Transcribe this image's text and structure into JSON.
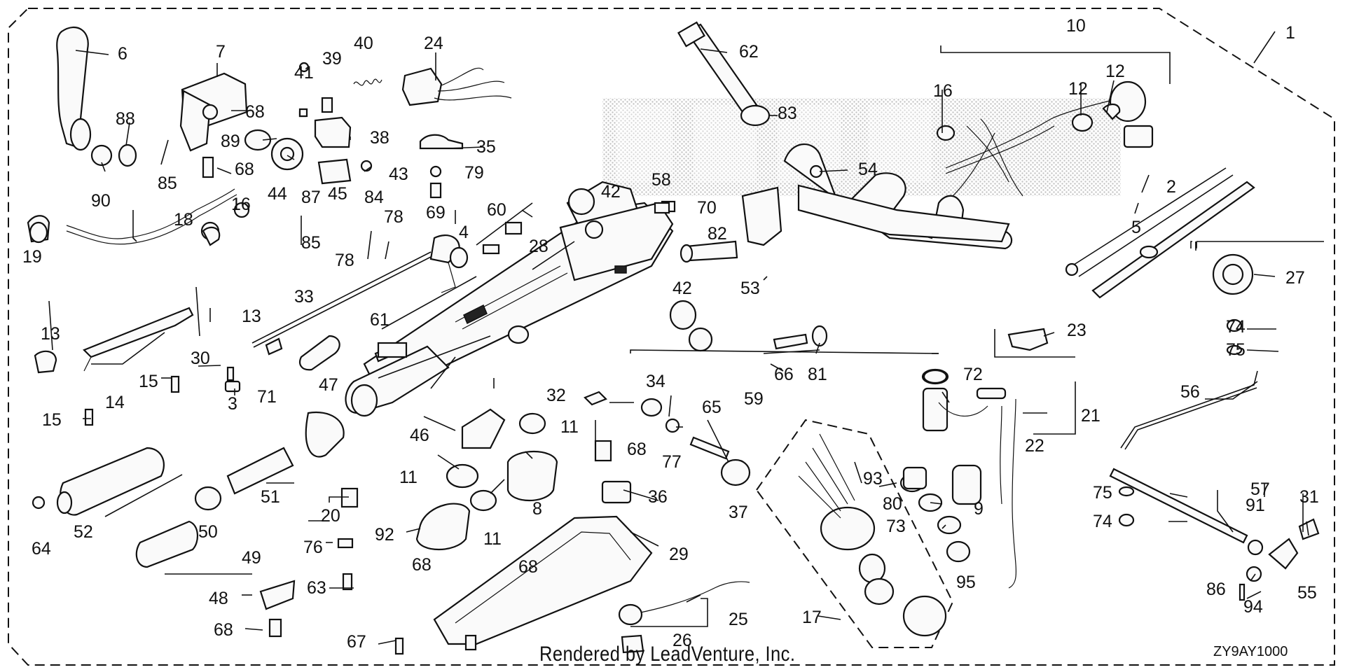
{
  "callouts": [
    "1",
    "2",
    "3",
    "4",
    "5",
    "6",
    "7",
    "8",
    "9",
    "10",
    "11",
    "11",
    "11",
    "12",
    "12",
    "13",
    "13",
    "14",
    "15",
    "15",
    "16",
    "16",
    "17",
    "18",
    "19",
    "20",
    "21",
    "22",
    "23",
    "24",
    "25",
    "26",
    "27",
    "28",
    "29",
    "30",
    "31",
    "32",
    "33",
    "34",
    "35",
    "36",
    "37",
    "38",
    "39",
    "40",
    "41",
    "42",
    "42",
    "43",
    "44",
    "45",
    "46",
    "47",
    "48",
    "49",
    "50",
    "51",
    "52",
    "53",
    "54",
    "55",
    "56",
    "57",
    "58",
    "59",
    "60",
    "61",
    "62",
    "63",
    "64",
    "65",
    "66",
    "67",
    "68",
    "68",
    "68",
    "68",
    "68",
    "68",
    "69",
    "70",
    "71",
    "72",
    "73",
    "74",
    "74",
    "75",
    "75",
    "76",
    "77",
    "78",
    "78",
    "79",
    "80",
    "81",
    "82",
    "83",
    "84",
    "85",
    "85",
    "86",
    "87",
    "88",
    "89",
    "90",
    "91",
    "92",
    "93",
    "94",
    "95"
  ],
  "footer": {
    "credit": "Rendered by LeadVenture, Inc.",
    "diagram_code": "ZY9AY1000"
  }
}
